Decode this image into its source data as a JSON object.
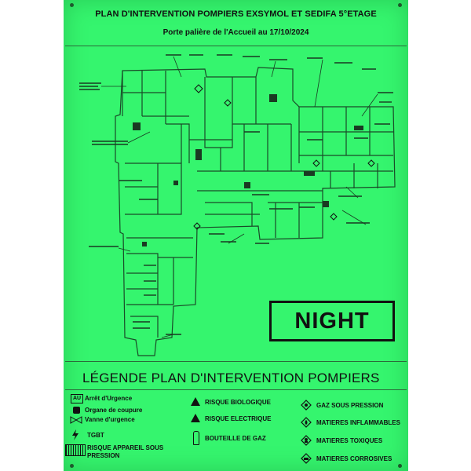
{
  "header": {
    "title": "PLAN D'INTERVENTION POMPIERS EXSYMOL ET SEDIFA 5°ETAGE",
    "subtitle": "Porte palière de l'Accueil au 17/10/2024"
  },
  "badge": {
    "label": "NIGHT"
  },
  "legend": {
    "title": "LÉGENDE PLAN D'INTERVENTION POMPIERS",
    "items": [
      {
        "icon": "au-icon",
        "icon_text": "AU",
        "label": "Arrêt d'Urgence"
      },
      {
        "icon": "cutoff-icon",
        "label": "Organe de coupure"
      },
      {
        "icon": "valve-icon",
        "label": "Vanne d'urgence"
      },
      {
        "icon": "lightning-icon",
        "label": "TGBT"
      },
      {
        "icon": "pressure-vessel-icon",
        "label": "RISQUE APPAREIL SOUS PRESSION"
      },
      {
        "icon": "biohazard-icon",
        "label": "RISQUE BIOLOGIQUE"
      },
      {
        "icon": "electric-hazard-icon",
        "label": "RISQUE ELECTRIQUE"
      },
      {
        "icon": "gas-cylinder-icon",
        "label": "BOUTEILLE DE GAZ"
      },
      {
        "icon": "gas-pressure-icon",
        "label": "GAZ SOUS PRESSION"
      },
      {
        "icon": "flammable-icon",
        "label": "MATIERES INFLAMMABLES"
      },
      {
        "icon": "toxic-icon",
        "label": "MATIERES TOXIQUES"
      },
      {
        "icon": "corrosive-icon",
        "label": "MATIERES CORROSIVES"
      }
    ]
  },
  "colors": {
    "board": "#35f56e",
    "ink": "#111111",
    "line": "#1f5a30"
  }
}
